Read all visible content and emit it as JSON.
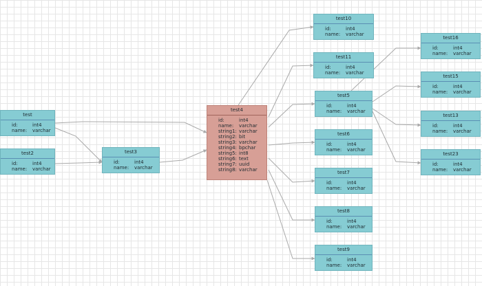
{
  "entities": [
    {
      "id": "test",
      "name": "test",
      "fields": [
        {
          "name": "id:",
          "type": "int4"
        },
        {
          "name": "name:",
          "type": "varchar"
        }
      ]
    },
    {
      "id": "test2",
      "name": "test2",
      "fields": [
        {
          "name": "id:",
          "type": "int4"
        },
        {
          "name": "name:",
          "type": "varchar"
        }
      ]
    },
    {
      "id": "test3",
      "name": "test3",
      "fields": [
        {
          "name": "id:",
          "type": "int4"
        },
        {
          "name": "name:",
          "type": "varchar"
        }
      ]
    },
    {
      "id": "test4",
      "name": "test4",
      "fields": [
        {
          "name": "id:",
          "type": "int4"
        },
        {
          "name": "name:",
          "type": "varchar"
        },
        {
          "name": "string1:",
          "type": "varchar"
        },
        {
          "name": "string2:",
          "type": "bit"
        },
        {
          "name": "string3:",
          "type": "varchar"
        },
        {
          "name": "string4:",
          "type": "bpchar"
        },
        {
          "name": "string5:",
          "type": "int8"
        },
        {
          "name": "string6:",
          "type": "text"
        },
        {
          "name": "string7:",
          "type": "uuid"
        },
        {
          "name": "string8:",
          "type": "varchar"
        }
      ]
    },
    {
      "id": "test10",
      "name": "test10",
      "fields": [
        {
          "name": "id:",
          "type": "int4"
        },
        {
          "name": "name:",
          "type": "varchar"
        }
      ]
    },
    {
      "id": "test11",
      "name": "test11",
      "fields": [
        {
          "name": "id:",
          "type": "int4"
        },
        {
          "name": "name:",
          "type": "varchar"
        }
      ]
    },
    {
      "id": "test5",
      "name": "test5",
      "fields": [
        {
          "name": "id:",
          "type": "int4"
        },
        {
          "name": "name:",
          "type": "varchar"
        }
      ]
    },
    {
      "id": "test6",
      "name": "test6",
      "fields": [
        {
          "name": "id:",
          "type": "int4"
        },
        {
          "name": "name:",
          "type": "varchar"
        }
      ]
    },
    {
      "id": "test7",
      "name": "test7",
      "fields": [
        {
          "name": "id:",
          "type": "int4"
        },
        {
          "name": "name:",
          "type": "varchar"
        }
      ]
    },
    {
      "id": "test8",
      "name": "test8",
      "fields": [
        {
          "name": "id:",
          "type": "int4"
        },
        {
          "name": "name:",
          "type": "varchar"
        }
      ]
    },
    {
      "id": "test9",
      "name": "test9",
      "fields": [
        {
          "name": "id:",
          "type": "int4"
        },
        {
          "name": "name:",
          "type": "varchar"
        }
      ]
    },
    {
      "id": "test16",
      "name": "test16",
      "fields": [
        {
          "name": "id:",
          "type": "int4"
        },
        {
          "name": "name:",
          "type": "varchar"
        }
      ]
    },
    {
      "id": "test15",
      "name": "test15",
      "fields": [
        {
          "name": "id:",
          "type": "int4"
        },
        {
          "name": "name:",
          "type": "varchar"
        }
      ]
    },
    {
      "id": "test13",
      "name": "test13",
      "fields": [
        {
          "name": "id:",
          "type": "int4"
        },
        {
          "name": "name:",
          "type": "varchar"
        }
      ]
    },
    {
      "id": "test23",
      "name": "test23",
      "fields": [
        {
          "name": "id:",
          "type": "int4"
        },
        {
          "name": "name:",
          "type": "varchar"
        }
      ]
    }
  ],
  "relations": [
    [
      "test",
      "test4"
    ],
    [
      "test",
      "test3"
    ],
    [
      "test2",
      "test3"
    ],
    [
      "test3",
      "test4"
    ],
    [
      "test4",
      "test10"
    ],
    [
      "test4",
      "test11"
    ],
    [
      "test4",
      "test5"
    ],
    [
      "test4",
      "test6"
    ],
    [
      "test4",
      "test7"
    ],
    [
      "test4",
      "test8"
    ],
    [
      "test4",
      "test9"
    ],
    [
      "test5",
      "test16"
    ],
    [
      "test5",
      "test15"
    ],
    [
      "test5",
      "test13"
    ],
    [
      "test5",
      "test23"
    ]
  ],
  "colors": {
    "table_fill": "#86ccd3",
    "main_table_fill": "#d79f96",
    "connector": "#a9a9a9",
    "header_divider": "#5a8fb3"
  }
}
